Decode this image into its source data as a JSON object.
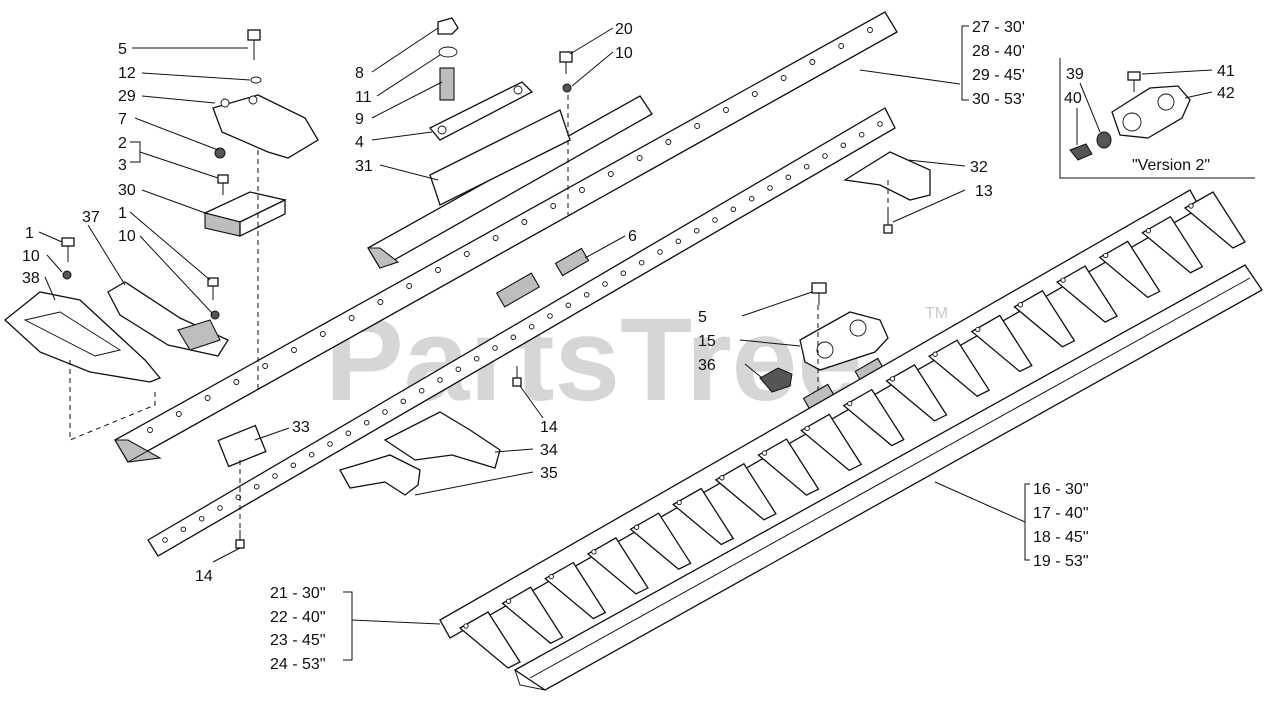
{
  "watermark": {
    "text": "PartsTree",
    "tm": "TM"
  },
  "inset": {
    "caption": "\"Version 2\""
  },
  "callouts": {
    "c1a": "1",
    "c1b": "1",
    "c2": "2",
    "c3": "3",
    "c4": "4",
    "c5a": "5",
    "c5b": "5",
    "c6": "6",
    "c7": "7",
    "c8": "8",
    "c9": "9",
    "c10a": "10",
    "c10b": "10",
    "c10c": "10",
    "c11": "11",
    "c12": "12",
    "c13": "13",
    "c14a": "14",
    "c14b": "14",
    "c15": "15",
    "c20": "20",
    "c29": "29",
    "c30": "30",
    "c31": "31",
    "c32": "32",
    "c33": "33",
    "c34": "34",
    "c35": "35",
    "c36": "36",
    "c37": "37",
    "c38": "38",
    "c39": "39",
    "c40": "40",
    "c41": "41",
    "c42": "42"
  },
  "size_groups": {
    "bar": [
      "27 - 30'",
      "28 - 40'",
      "29 - 45'",
      "30 - 53'"
    ],
    "guard": [
      "16  - 30\"",
      "17 - 40\"",
      "18 - 45\"",
      "19 - 53\""
    ],
    "sickle": [
      "21 - 30\"",
      "22 - 40\"",
      "23 - 45\"",
      "24 - 53\""
    ]
  }
}
